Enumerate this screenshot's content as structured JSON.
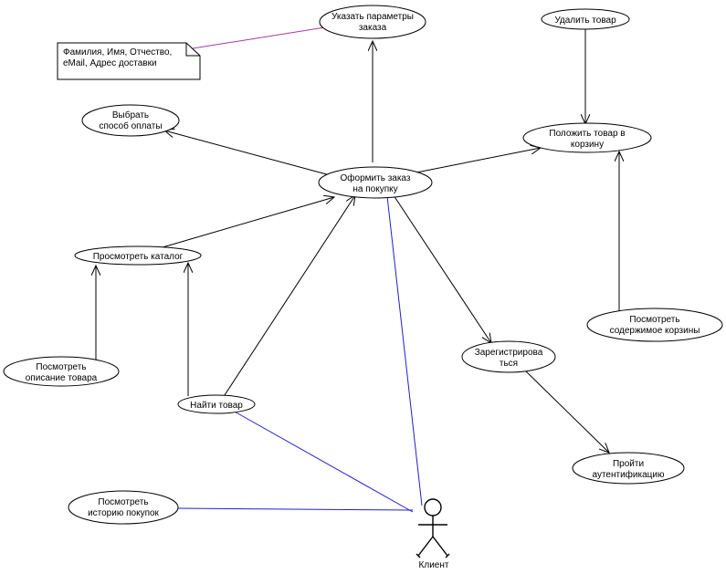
{
  "diagram": {
    "use_cases": {
      "specify_order_params": [
        "Указать параметры",
        "заказа"
      ],
      "remove_item": [
        "Удалить товар"
      ],
      "choose_payment": [
        "Выбрать",
        "способ оплаты"
      ],
      "add_to_cart": [
        "Положить товар в",
        "корзину"
      ],
      "place_order": [
        "Оформить заказ",
        "на покупку"
      ],
      "view_catalog": [
        "Просмотреть каталог"
      ],
      "view_cart": [
        "Посмотреть",
        "содержимое корзины"
      ],
      "register": [
        "Зарегистрирова",
        "ться"
      ],
      "view_item_description": [
        "Посмотреть",
        "описание товара"
      ],
      "find_item": [
        "Найти товар"
      ],
      "authenticate": [
        "Пройти",
        "аутентификацию"
      ],
      "view_purchase_history": [
        "Посмотреть",
        "историю покупок"
      ]
    },
    "note": [
      "Фамилия, Имя, Отчество,",
      "eMail, Адрес доставки"
    ],
    "actor": {
      "label": "Клиент"
    },
    "colors": {
      "dependency": "#000000",
      "association": "#1f1fd0",
      "note_link": "#a03ca0"
    }
  }
}
